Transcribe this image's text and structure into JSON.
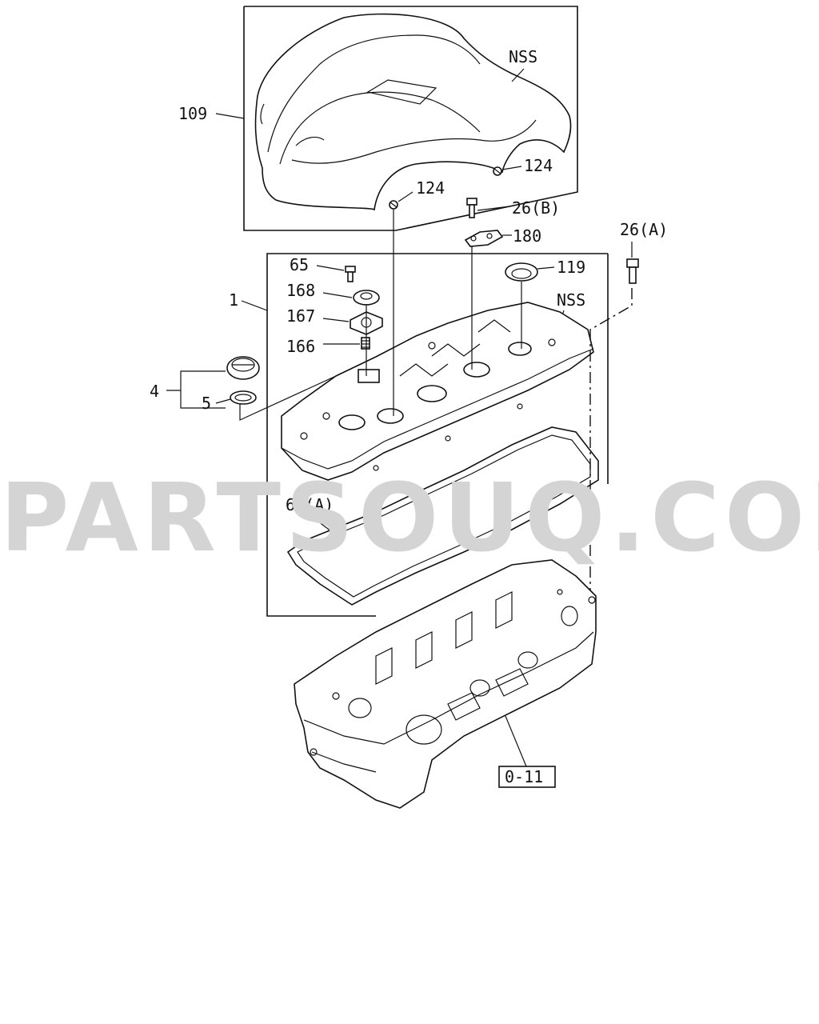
{
  "watermark": "PARTSOUQ.COM",
  "labels": {
    "p109": "109",
    "nss_top": "NSS",
    "p124_right": "124",
    "p124_left": "124",
    "p26b": "26(B)",
    "p180": "180",
    "p26a": "26(A)",
    "p65": "65",
    "p168": "168",
    "p167": "167",
    "p166": "166",
    "p119": "119",
    "nss_cover": "NSS",
    "p1": "1",
    "p4": "4",
    "p5": "5",
    "p69a": "69(A)",
    "ref": "0-11"
  }
}
